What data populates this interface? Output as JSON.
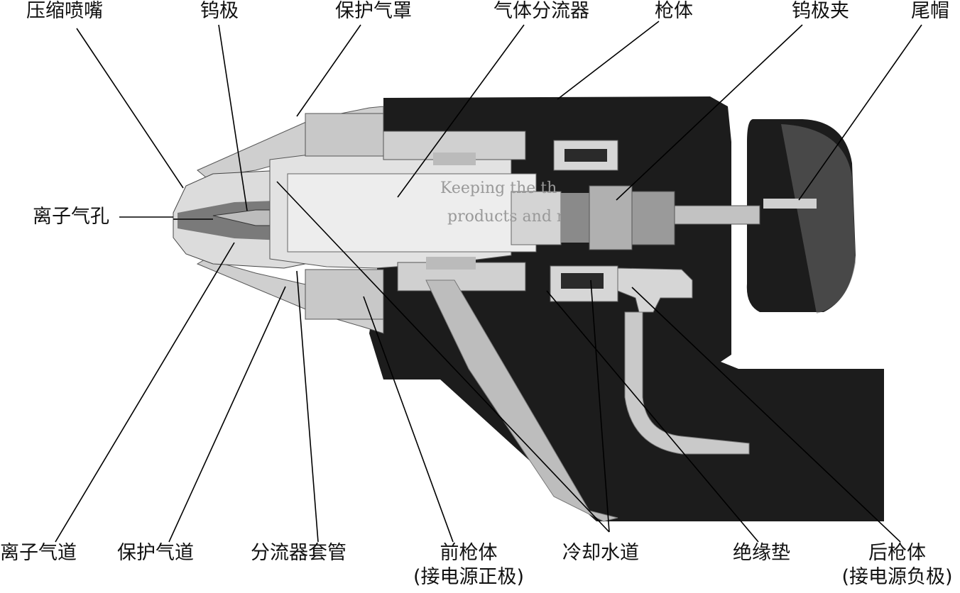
{
  "labels": {
    "compress_nozzle": "压缩喷嘴",
    "tungsten_electrode": "钨极",
    "shield_gas_cap": "保护气罩",
    "gas_diffuser": "气体分流器",
    "gun_body": "枪体",
    "electrode_clamp": "钨极夹",
    "end_cap": "尾帽",
    "ion_gas_hole": "离子气孔",
    "ion_gas_channel": "离子气道",
    "shield_gas_channel": "保护气道",
    "diffuser_sleeve": "分流器套管",
    "front_gun_body": "前枪体",
    "front_gun_body_note": "(接电源正极)",
    "cooling_water_channel": "冷却水道",
    "insulating_pad": "绝缘垫",
    "rear_gun_body": "后枪体",
    "rear_gun_body_note": "(接电源负极)"
  },
  "photo_text": {
    "line1": "Keeping the th",
    "line2": "products and m"
  },
  "colors": {
    "dark_body": "#1c1c1c",
    "light_parts": "#d9d9d9",
    "mid_parts": "#a9a9a9",
    "leader_lines": "#000000"
  }
}
